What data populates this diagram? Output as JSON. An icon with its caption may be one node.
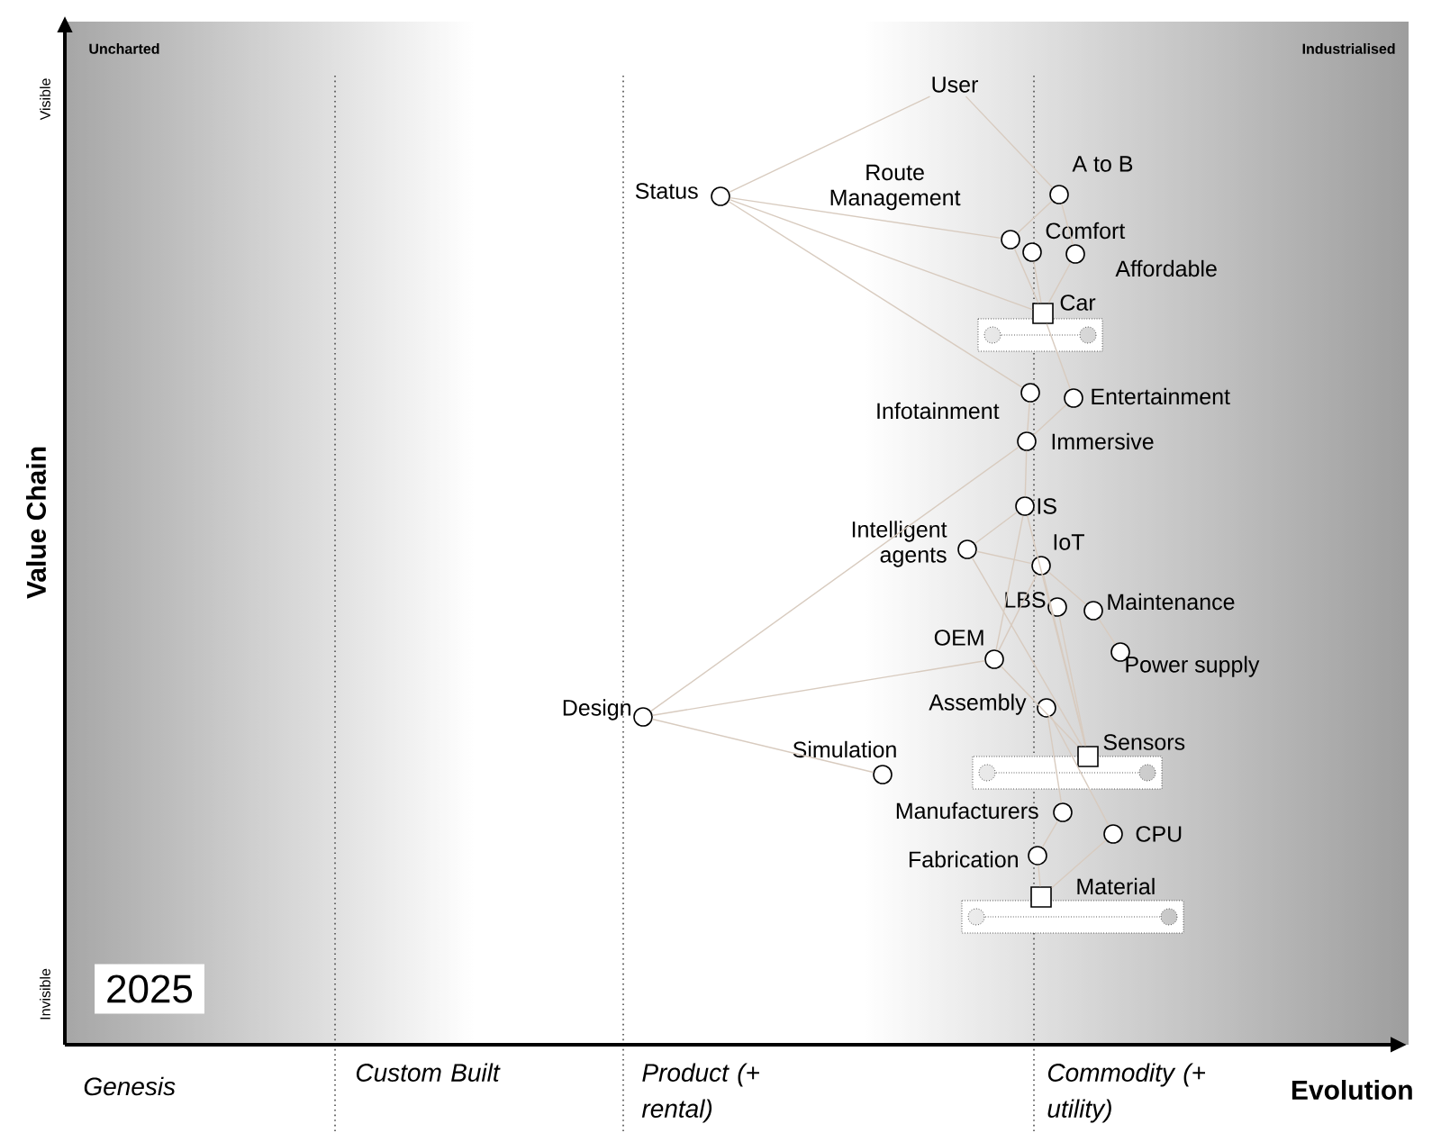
{
  "diagram": {
    "nodes": [
      {
        "text": [
          "User"
        ]
      },
      {
        "text": [],
        "shape": "circle",
        "beside": [
          "Status"
        ]
      },
      {
        "text": [],
        "shape": "circle",
        "beside": [
          "A to B"
        ]
      },
      {
        "text": [],
        "shape": "circle",
        "beside": [
          "Route Management"
        ]
      },
      {
        "text": [],
        "shape": "circle",
        "beside": [
          "Comfort"
        ]
      },
      {
        "text": [],
        "shape": "circle",
        "beside": [
          "Affordable"
        ]
      },
      {
        "text": [],
        "shape": "box",
        "beside": [
          "Car"
        ]
      },
      {
        "text": [],
        "shape": "circle",
        "beside": [
          "Infotainment"
        ]
      },
      {
        "text": [],
        "shape": "circle",
        "beside": [
          "Entertainment"
        ]
      },
      {
        "text": [],
        "shape": "circle",
        "beside": [
          "Immersive"
        ]
      },
      {
        "text": [],
        "shape": "circle",
        "beside": [
          "IS"
        ]
      },
      {
        "text": [],
        "shape": "circle",
        "beside": [
          "Intelligent agents"
        ]
      },
      {
        "text": [],
        "shape": "circle",
        "beside": [
          "IoT"
        ]
      },
      {
        "text": [],
        "shape": "circle",
        "beside": [
          "LBS"
        ]
      },
      {
        "text": [],
        "shape": "circle",
        "beside": [
          "Maintenance"
        ]
      },
      {
        "text": [],
        "shape": "circle",
        "beside": [
          "Power supply"
        ]
      },
      {
        "text": [],
        "shape": "circle",
        "beside": [
          "OEM"
        ]
      },
      {
        "text": [],
        "shape": "circle",
        "beside": [
          "Design"
        ]
      },
      {
        "text": [],
        "shape": "circle",
        "beside": [
          "Assembly"
        ]
      },
      {
        "text": [],
        "shape": "box",
        "beside": [
          "Sensors"
        ]
      },
      {
        "text": [],
        "shape": "circle",
        "beside": [
          "Simulation"
        ]
      },
      {
        "text": [],
        "shape": "circle",
        "beside": [
          "Manufacturers"
        ]
      },
      {
        "text": [],
        "shape": "circle",
        "beside": [
          "CPU"
        ]
      },
      {
        "text": [],
        "shape": "circle",
        "beside": [
          "Fabrication"
        ]
      },
      {
        "text": [],
        "shape": "box",
        "beside": [
          "Material"
        ]
      }
    ],
    "edges": [
      {
        "from": 0,
        "to": 1,
        "arrow": "none"
      },
      {
        "from": 0,
        "to": 2,
        "arrow": "none"
      },
      {
        "from": 1,
        "to": 3,
        "arrow": "none"
      },
      {
        "from": 1,
        "to": 6,
        "arrow": "none"
      },
      {
        "from": 1,
        "to": 7,
        "arrow": "none"
      },
      {
        "from": 2,
        "to": 3,
        "arrow": "none"
      },
      {
        "from": 2,
        "to": 5,
        "arrow": "none"
      },
      {
        "from": 3,
        "to": 6,
        "arrow": "none"
      },
      {
        "from": 4,
        "to": 6,
        "arrow": "none"
      },
      {
        "from": 5,
        "to": 6,
        "arrow": "none"
      },
      {
        "from": 6,
        "to": 8,
        "arrow": "none"
      },
      {
        "from": 7,
        "to": 9,
        "arrow": "none"
      },
      {
        "from": 8,
        "to": 9,
        "arrow": "none"
      },
      {
        "from": 9,
        "to": 10,
        "arrow": "none"
      },
      {
        "from": 9,
        "to": 17,
        "arrow": "none"
      },
      {
        "from": 10,
        "to": 11,
        "arrow": "none"
      },
      {
        "from": 10,
        "to": 16,
        "arrow": "none"
      },
      {
        "from": 10,
        "to": 19,
        "arrow": "none"
      },
      {
        "from": 11,
        "to": 12,
        "arrow": "none"
      },
      {
        "from": 11,
        "to": 19,
        "arrow": "none"
      },
      {
        "from": 12,
        "to": 16,
        "arrow": "none"
      },
      {
        "from": 12,
        "to": 14,
        "arrow": "none"
      },
      {
        "from": 12,
        "to": 19,
        "arrow": "none"
      },
      {
        "from": 13,
        "to": 19,
        "arrow": "none"
      },
      {
        "from": 14,
        "to": 15,
        "arrow": "none"
      },
      {
        "from": 16,
        "to": 19,
        "arrow": "none"
      },
      {
        "from": 16,
        "to": 17,
        "arrow": "none"
      },
      {
        "from": 17,
        "to": 20,
        "arrow": "none"
      },
      {
        "from": 18,
        "to": 21,
        "arrow": "none"
      },
      {
        "from": 18,
        "to": 22,
        "arrow": "none"
      },
      {
        "from": 21,
        "to": 23,
        "arrow": "none"
      },
      {
        "from": 23,
        "to": 24,
        "arrow": "none"
      },
      {
        "from": 22,
        "to": 24,
        "arrow": "none"
      }
    ],
    "labels": [
      "Uncharted",
      "Industrialised",
      "Visible",
      "Value Chain",
      "Invisible",
      "2025",
      "Genesis",
      "Custom Built",
      "Product (+ rental)",
      "Commodity (+ utility)",
      "Evolution"
    ]
  }
}
